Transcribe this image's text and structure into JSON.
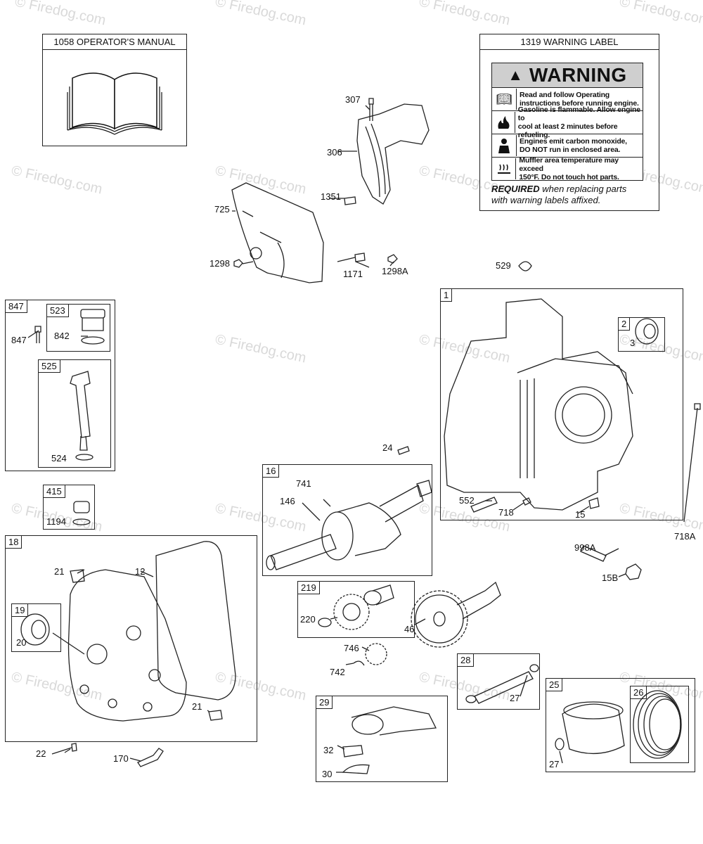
{
  "watermark": "© Firedog.com",
  "manual": {
    "title": "1058 OPERATOR'S MANUAL"
  },
  "warning": {
    "title": "1319 WARNING LABEL",
    "heading": "WARNING",
    "rows": [
      {
        "icon": "book-icon",
        "text1": "Read and follow Operating",
        "text2": "instructions before running engine."
      },
      {
        "icon": "fire-icon",
        "text1": "Gasoline is flammable. Allow engine to",
        "text2": "cool at least 2 minutes before refueling."
      },
      {
        "icon": "person-gas-icon",
        "text1": "Engines emit carbon monoxide,",
        "text2": "DO NOT run in enclosed area."
      },
      {
        "icon": "hot-surface-icon",
        "text1": "Muffler area temperature may exceed",
        "text2": "150°F. Do not touch hot parts."
      }
    ],
    "required_bold": "REQUIRED",
    "required_rest": " when replacing parts",
    "required_line2": "with warning labels affixed."
  },
  "boxes": {
    "b847": "847",
    "b523": "523",
    "b525": "525",
    "b415": "415",
    "b18": "18",
    "b19": "19",
    "b16": "16",
    "b219": "219",
    "b29": "29",
    "b28": "28",
    "b25": "25",
    "b26": "26",
    "b1": "1",
    "b2": "2"
  },
  "labels": {
    "l307": "307",
    "l306": "306",
    "l1351": "1351",
    "l725": "725",
    "l1298": "1298",
    "l1171": "1171",
    "l1298A": "1298A",
    "l529": "529",
    "l842": "842",
    "l847b": "847",
    "l524": "524",
    "l1194": "1194",
    "l21a": "21",
    "l12": "12",
    "l20": "20",
    "l21b": "21",
    "l22": "22",
    "l170": "170",
    "l24": "24",
    "l741": "741",
    "l146": "146",
    "l220": "220",
    "l46": "46",
    "l746": "746",
    "l742": "742",
    "l32": "32",
    "l30": "30",
    "l27a": "27",
    "l27b": "27",
    "l552": "552",
    "l718": "718",
    "l15": "15",
    "l3": "3",
    "l718A": "718A",
    "l998A": "998A",
    "l15B": "15B"
  }
}
